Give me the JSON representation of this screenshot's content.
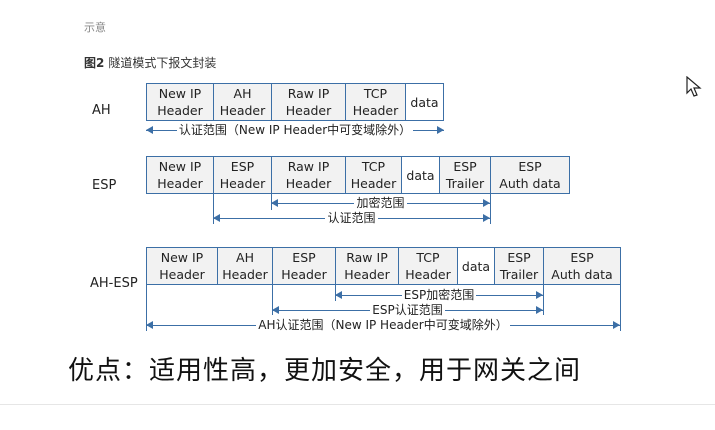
{
  "page": {
    "fragment_text": "示意",
    "figure_label": "图2",
    "figure_title": "隧道模式下报文封装",
    "summary": "优点：适用性高，更加安全，用于网关之间"
  },
  "rows": {
    "ah": {
      "label": "AH",
      "cells": [
        "New IP\nHeader",
        "AH\nHeader",
        "Raw IP\nHeader",
        "TCP\nHeader",
        "data"
      ],
      "ranges": [
        "认证范围（New IP Header中可变域除外）"
      ]
    },
    "esp": {
      "label": "ESP",
      "cells": [
        "New IP\nHeader",
        "ESP\nHeader",
        "Raw IP\nHeader",
        "TCP\nHeader",
        "data",
        "ESP\nTrailer",
        "ESP\nAuth data"
      ],
      "ranges": [
        "加密范围",
        "认证范围"
      ]
    },
    "ah_esp": {
      "label": "AH-ESP",
      "cells": [
        "New IP\nHeader",
        "AH\nHeader",
        "ESP\nHeader",
        "Raw IP\nHeader",
        "TCP\nHeader",
        "data",
        "ESP\nTrailer",
        "ESP\nAuth data"
      ],
      "ranges": [
        "ESP加密范围",
        "ESP认证范围",
        "AH认证范围（New IP Header中可变域除外）"
      ]
    }
  },
  "colors": {
    "border": "#3c6fa6",
    "cell_fill": "#f2f2f2",
    "data_fill": "#ffffff"
  },
  "icons": {
    "cursor": "mouse-pointer-icon"
  }
}
